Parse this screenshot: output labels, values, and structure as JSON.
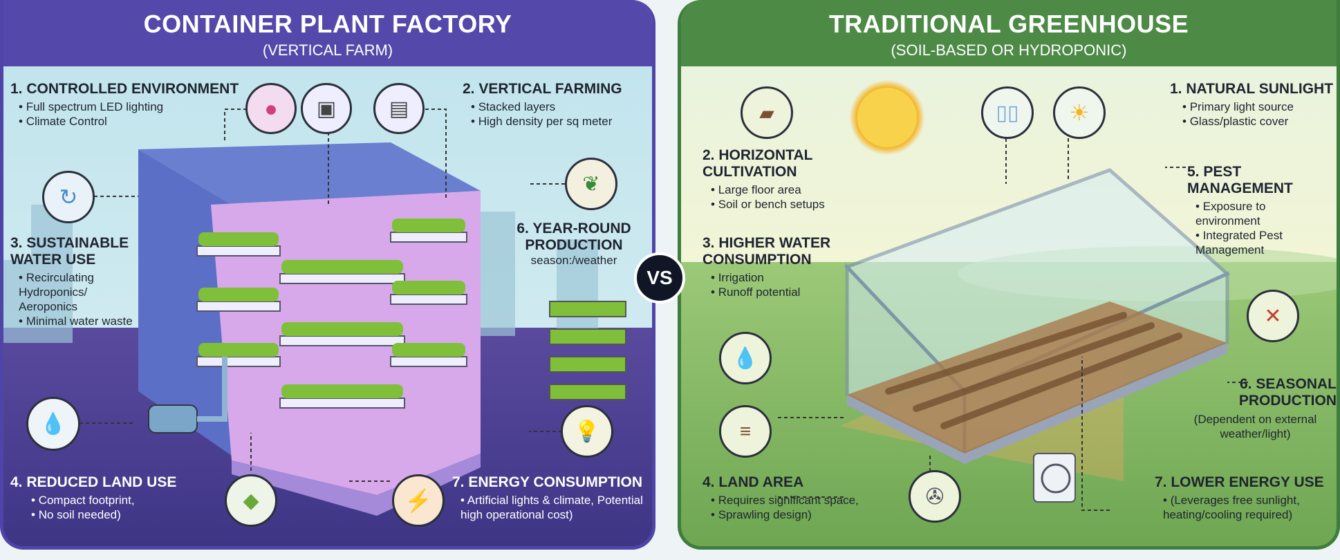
{
  "left": {
    "title": "CONTAINER PLANT FACTORY",
    "subtitle": "(VERTICAL FARM)",
    "color": "#5449ab",
    "sections": [
      {
        "title": "1. CONTROLLED ENVIRONMENT",
        "items": [
          "Full spectrum LED lighting",
          "Climate Control"
        ]
      },
      {
        "title": "2. VERTICAL FARMING",
        "items": [
          "Stacked layers",
          "High density per sq meter"
        ]
      },
      {
        "title": "3. SUSTAINABLE WATER USE",
        "items": [
          "Recirculating Hydroponics/ Aeroponics",
          "Minimal water waste"
        ]
      },
      {
        "title": "4. REDUCED LAND USE",
        "items": [
          "Compact footprint,",
          "No soil needed)"
        ]
      },
      {
        "title": "6. YEAR-ROUND PRODUCTION",
        "note": "season:/weather"
      },
      {
        "title": "7. ENERGY CONSUMPTION",
        "items": [
          "Artificial lights & climate, Potential high operational cost)"
        ]
      }
    ],
    "icons": [
      "led-icon",
      "sensor-icon",
      "controller-icon",
      "water-cycle-icon",
      "sprout-icon",
      "water-drop-icon",
      "land-icon",
      "energy-bolt-icon",
      "light-bulb-icon"
    ]
  },
  "vs": "VS",
  "right": {
    "title": "TRADITIONAL GREENHOUSE",
    "subtitle": "(SOIL-BASED OR HYDROPONIC)",
    "color": "#4c8a46",
    "sections": [
      {
        "title": "1. NATURAL SUNLIGHT",
        "items": [
          "Primary light source",
          "Glass/plastic cover"
        ]
      },
      {
        "title": "2. HORIZONTAL CULTIVATION",
        "items": [
          "Large floor area",
          "Soil or bench setups"
        ]
      },
      {
        "title": "3. HIGHER WATER CONSUMPTION",
        "items": [
          "Irrigation",
          "Runoff potential"
        ]
      },
      {
        "title": "4. LAND AREA",
        "items": [
          "Requires significant space,",
          "Sprawling design)"
        ]
      },
      {
        "title": "5. PEST MANAGEMENT",
        "items": [
          "Exposure to environment",
          "Integrated Pest Management"
        ]
      },
      {
        "title": "6. SEASONAL PRODUCTION",
        "note": "(Dependent on external weather/light)"
      },
      {
        "title": "7. LOWER ENERGY USE",
        "items": [
          "(Leverages free sunlight, heating/cooling required)"
        ]
      }
    ],
    "icons": [
      "soil-bed-icon",
      "sun-icon",
      "glass-panel-icon",
      "small-sun-icon",
      "water-drop-soil-icon",
      "crop-rows-icon",
      "fan-icon",
      "no-pest-icon",
      "ac-unit-icon"
    ]
  }
}
